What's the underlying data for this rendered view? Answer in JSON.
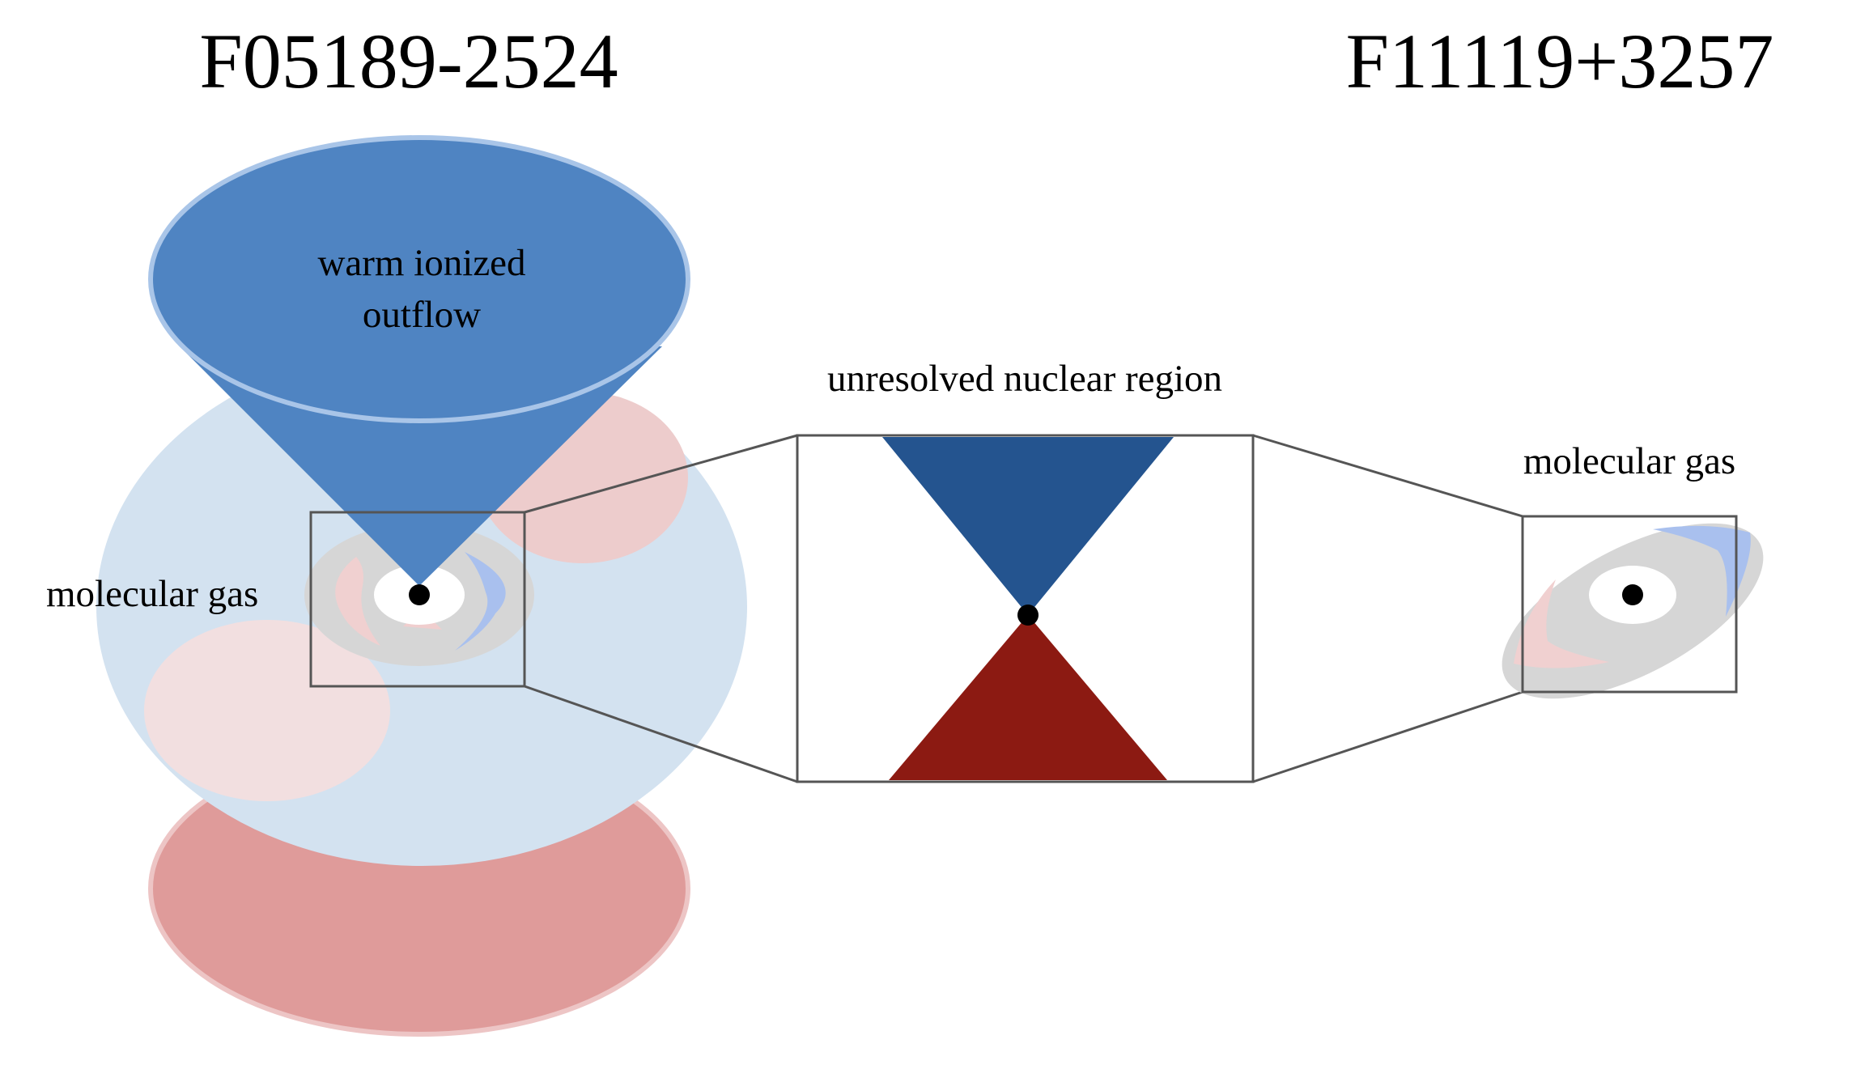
{
  "titles": {
    "left": "F05189-2524",
    "right": "F11119+3257"
  },
  "labels": {
    "outflow": [
      "warm ionized",
      "outflow"
    ],
    "molecular_left": "molecular gas",
    "nuclear": "unresolved nuclear region",
    "molecular_right": "molecular gas"
  },
  "colors": {
    "outflow_blue": "#4f84c2",
    "outflow_rim": "#a9c5e8",
    "disk_light_blue": "#d3e2f0",
    "redshift_lobe": "#df9b9a",
    "redshift_rim": "#edc5c5",
    "pale_red": "#efd0d0",
    "gray_disk": "#d6d6d6",
    "blue_arc": "#a9c0ee",
    "red_arc": "#f0d0d0",
    "cone_blue": "#24548f",
    "cone_red": "#8c1a12",
    "box_stroke": "#555555"
  }
}
